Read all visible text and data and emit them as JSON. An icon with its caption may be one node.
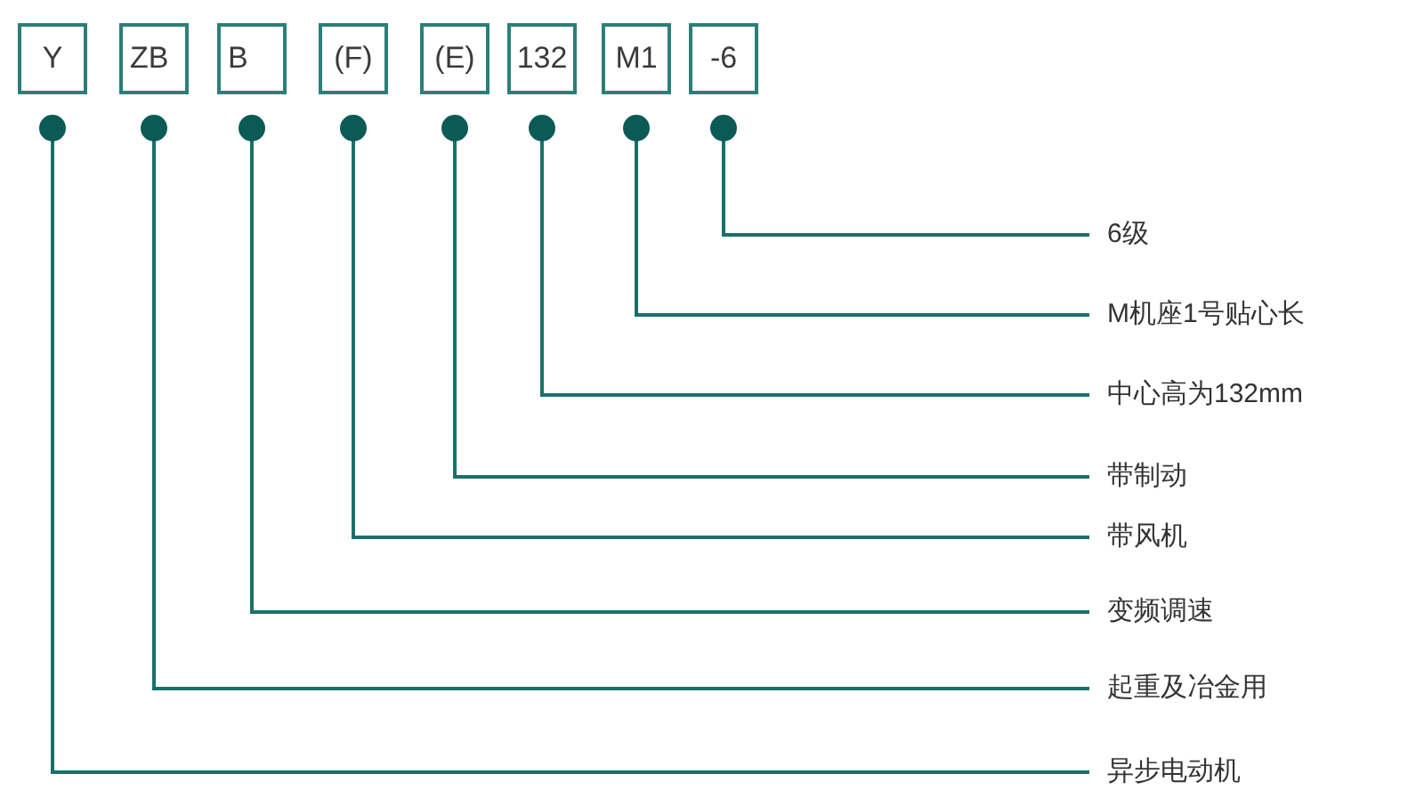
{
  "diagram": {
    "nodes": [
      {
        "text": [
          "Y"
        ]
      },
      {
        "text": [
          "ZB"
        ]
      },
      {
        "text": [
          "B"
        ]
      },
      {
        "text": [
          "(F)"
        ]
      },
      {
        "text": [
          "(E)"
        ]
      },
      {
        "text": [
          "132"
        ]
      },
      {
        "text": [
          "M1"
        ]
      },
      {
        "text": [
          "-6"
        ]
      },
      {
        "text": [
          "6级"
        ]
      },
      {
        "text": [
          "M机座1号贴心长"
        ]
      },
      {
        "text": [
          "中心高为132mm"
        ]
      },
      {
        "text": [
          "带制动"
        ]
      },
      {
        "text": [
          "带风机"
        ]
      },
      {
        "text": [
          "变频调速"
        ]
      },
      {
        "text": [
          "起重及冶金用"
        ]
      },
      {
        "text": [
          "异步电动机"
        ]
      }
    ],
    "edges": [
      {
        "from": 7,
        "to": 8,
        "arrow": "other"
      },
      {
        "from": 6,
        "to": 9,
        "arrow": "other"
      },
      {
        "from": 5,
        "to": 10,
        "arrow": "other"
      },
      {
        "from": 4,
        "to": 11,
        "arrow": "other"
      },
      {
        "from": 3,
        "to": 12,
        "arrow": "other"
      },
      {
        "from": 2,
        "to": 13,
        "arrow": "other"
      },
      {
        "from": 1,
        "to": 14,
        "arrow": "other"
      },
      {
        "from": 0,
        "to": 15,
        "arrow": "other"
      }
    ]
  }
}
